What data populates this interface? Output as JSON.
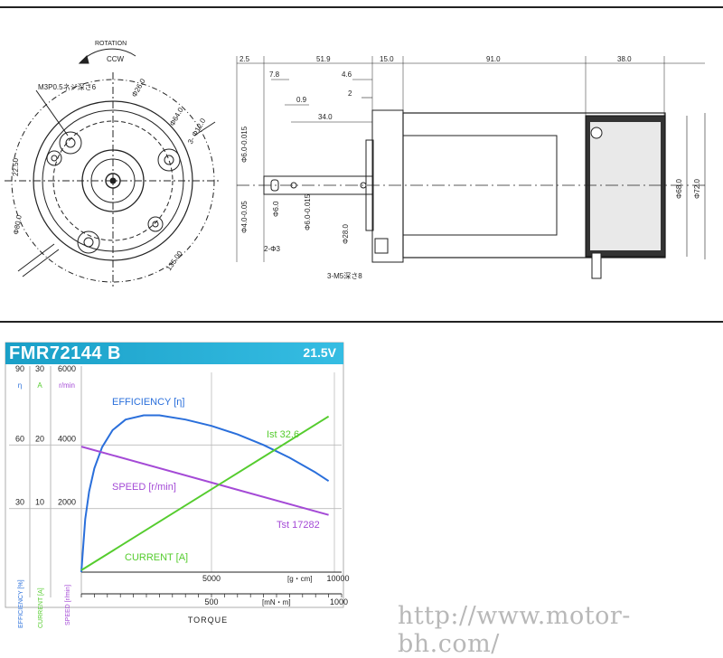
{
  "drawing": {
    "rotation_label": "ROTATION",
    "rotation_dir": "CCW",
    "front_labels": [
      "M3P0.5ネジ深さ6",
      "Φ26.0",
      "Φ64.0",
      "3- Φ12.0",
      "22.50",
      "Φ80.0",
      "135.00"
    ],
    "top_dims": [
      "2.5",
      "51.9",
      "15.0",
      "91.0",
      "38.0",
      "7.8",
      "4.6",
      "0.9",
      "2",
      "34.0"
    ],
    "side_labels": [
      "Φ6.0-0.015",
      "Φ4.0-0.05",
      "Φ6.0",
      "Φ6.0-0.015",
      "Φ28.0",
      "Φ68.0",
      "Φ72.0",
      "2-Φ3",
      "3-M5深さ8"
    ]
  },
  "chart_data": {
    "type": "line",
    "title": "FMR72144 B",
    "voltage": "21.5V",
    "x_label": "TORQUE",
    "x_units_top": "[g・cm]",
    "x_units_bottom": "[mN・m]",
    "x_ticks_top": [
      "5000",
      "10000"
    ],
    "x_ticks_bottom": [
      "500",
      "1000"
    ],
    "xlim_gcm": [
      0,
      10000
    ],
    "axes": {
      "efficiency": {
        "symbol": "η",
        "label": "EFFICIENCY [%]",
        "ticks": [
          "30",
          "60",
          "90"
        ],
        "max": 90,
        "color": "#2a6fdb"
      },
      "current": {
        "symbol": "A",
        "label": "CURRENT [A]",
        "ticks": [
          "10",
          "20",
          "30"
        ],
        "max": 30,
        "color": "#55cc2e"
      },
      "speed": {
        "symbol": "r/min",
        "label": "SPEED [r/min]",
        "ticks": [
          "2000",
          "4000",
          "6000"
        ],
        "max": 6000,
        "color": "#a44ad6"
      }
    },
    "series": [
      {
        "name": "EFFICIENCY [η]",
        "axis": "efficiency",
        "color": "#2a6fdb",
        "points": [
          [
            0,
            0
          ],
          [
            60,
            10
          ],
          [
            150,
            25
          ],
          [
            300,
            38
          ],
          [
            500,
            49
          ],
          [
            800,
            59
          ],
          [
            1200,
            67
          ],
          [
            1700,
            72
          ],
          [
            2400,
            74
          ],
          [
            3000,
            74
          ],
          [
            4000,
            72
          ],
          [
            5000,
            69
          ],
          [
            6000,
            65
          ],
          [
            7000,
            60
          ],
          [
            8000,
            54
          ],
          [
            9000,
            47
          ],
          [
            9500,
            43
          ]
        ]
      },
      {
        "name": "SPEED [r/min]",
        "axis": "speed",
        "color": "#a44ad6",
        "points": [
          [
            0,
            3950
          ],
          [
            9500,
            1800
          ]
        ]
      },
      {
        "name": "CURRENT [A]",
        "axis": "current",
        "color": "#55cc2e",
        "points": [
          [
            0,
            0.3
          ],
          [
            9500,
            24.5
          ]
        ]
      }
    ],
    "annotations": {
      "ist": "Ist 32.6",
      "tst": "Tst 17282"
    },
    "grid": true
  },
  "website": "http://www.motor-bh.com/"
}
